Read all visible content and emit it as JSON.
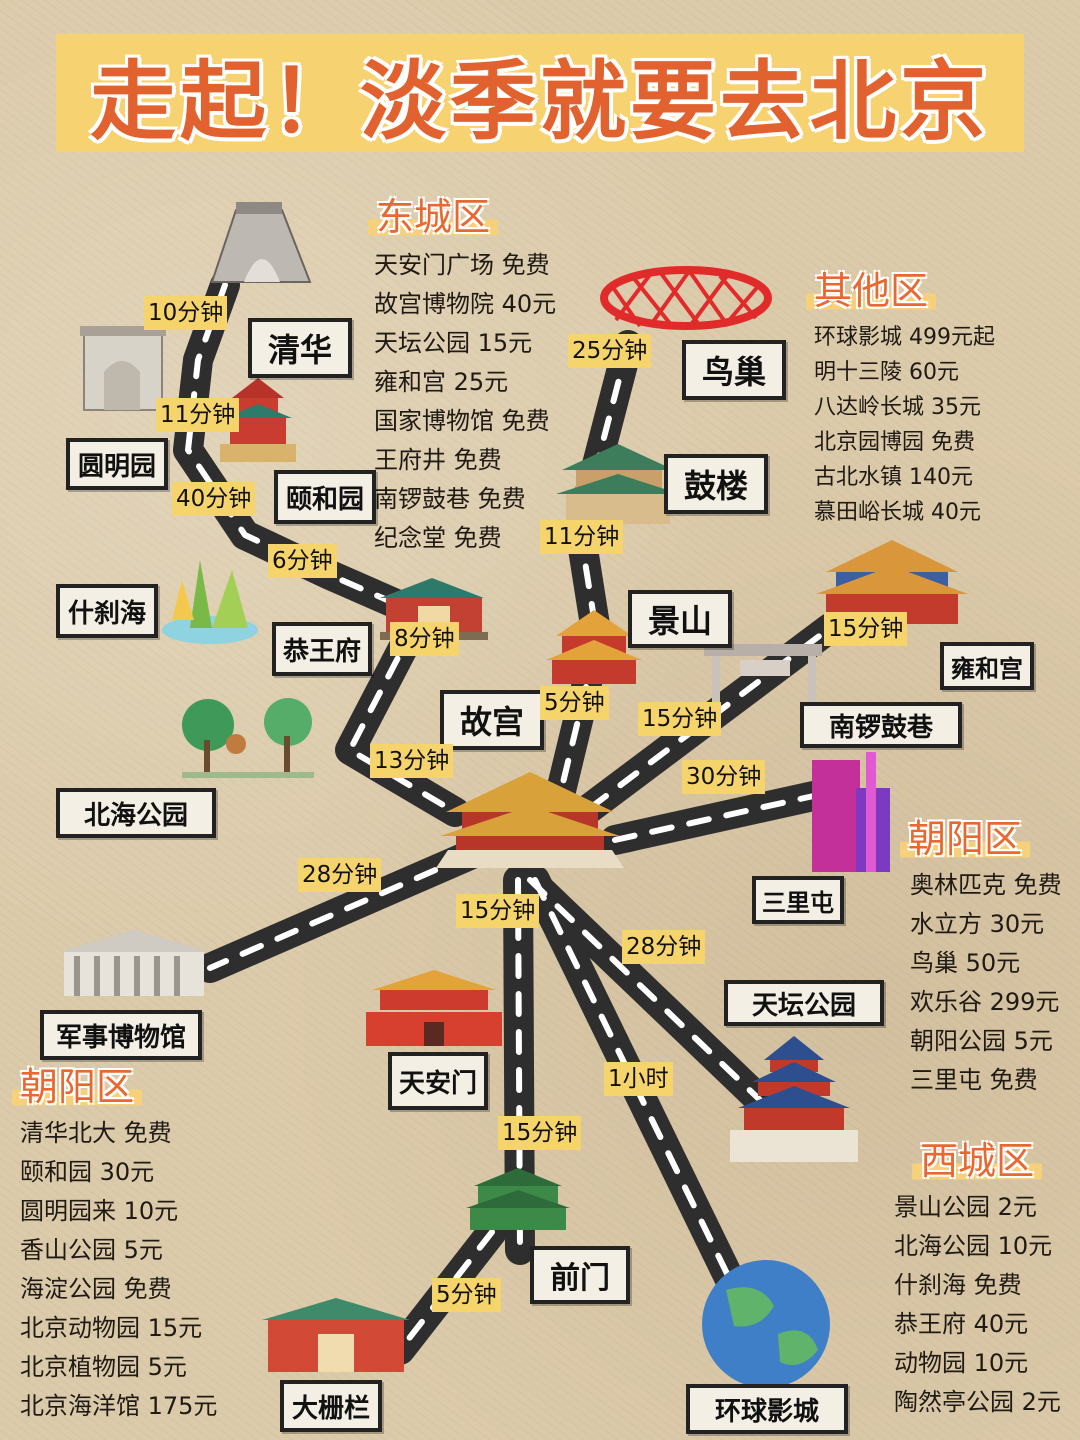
{
  "title": "走起！淡季就要去北京",
  "colors": {
    "title": "#e2622f",
    "title_band": "#f7d270",
    "road": "#2e2e2e",
    "road_dash": "#ffffff",
    "time_tag": "#f6d46c",
    "section_title": "#e8682f"
  },
  "sections": {
    "dongcheng": {
      "title": "东城区",
      "items": [
        "天安门广场 免费",
        "故宫博物院 40元",
        "天坛公园 15元",
        "雍和宫 25元",
        "国家博物馆 免费",
        "王府井 免费",
        "南锣鼓巷  免费",
        "纪念堂 免费"
      ]
    },
    "other": {
      "title": "其他区",
      "items": [
        "环球影城 499元起",
        "明十三陵 60元",
        "八达岭长城 35元",
        "北京园博园 免费",
        "古北水镇 140元",
        "慕田峪长城 40元"
      ]
    },
    "chaoyang": {
      "title": "朝阳区",
      "items": [
        "奥林匹克 免费",
        "水立方 30元",
        "鸟巢 50元",
        "欢乐谷 299元",
        "朝阳公园 5元",
        "三里屯 免费"
      ]
    },
    "haidian": {
      "title": "朝阳区",
      "items": [
        "清华北大 免费",
        "颐和园 30元",
        "圆明园来 10元",
        "香山公园 5元",
        "海淀公园 免费",
        "北京动物园 15元",
        "北京植物园 5元",
        "北京海洋馆 175元"
      ]
    },
    "xicheng": {
      "title": "西城区",
      "items": [
        "景山公园 2元",
        "北海公园 10元",
        "什刹海 免费",
        "恭王府 40元",
        "动物园 10元",
        "陶然亭公园 2元"
      ]
    }
  },
  "places": {
    "qinghua": "清华",
    "yuanmingyuan": "圆明园",
    "yiheyuan": "颐和园",
    "shichahai": "什刹海",
    "gongwangfu": "恭王府",
    "beihai": "北海公园",
    "niaochao": "鸟巢",
    "gulou": "鼓楼",
    "jingshan": "景山",
    "yonghegong": "雍和宫",
    "nanluoguxiang": "南锣鼓巷",
    "gugong": "故宫",
    "sanlitun": "三里屯",
    "junshi": "军事博物馆",
    "tiantan": "天坛公园",
    "tiananmen": "天安门",
    "qianmen": "前门",
    "dashilan": "大栅栏",
    "huanqiu": "环球影城"
  },
  "times": {
    "t1": "10分钟",
    "t2": "11分钟",
    "t3": "40分钟",
    "t4": "6分钟",
    "t5": "8分钟",
    "t6": "13分钟",
    "t7": "25分钟",
    "t8": "11分钟",
    "t9": "5分钟",
    "t10": "15分钟",
    "t11": "15分钟",
    "t12": "30分钟",
    "t13": "28分钟",
    "t14": "15分钟",
    "t15": "28分钟",
    "t16": "1小时",
    "t17": "15分钟",
    "t18": "5分钟"
  }
}
